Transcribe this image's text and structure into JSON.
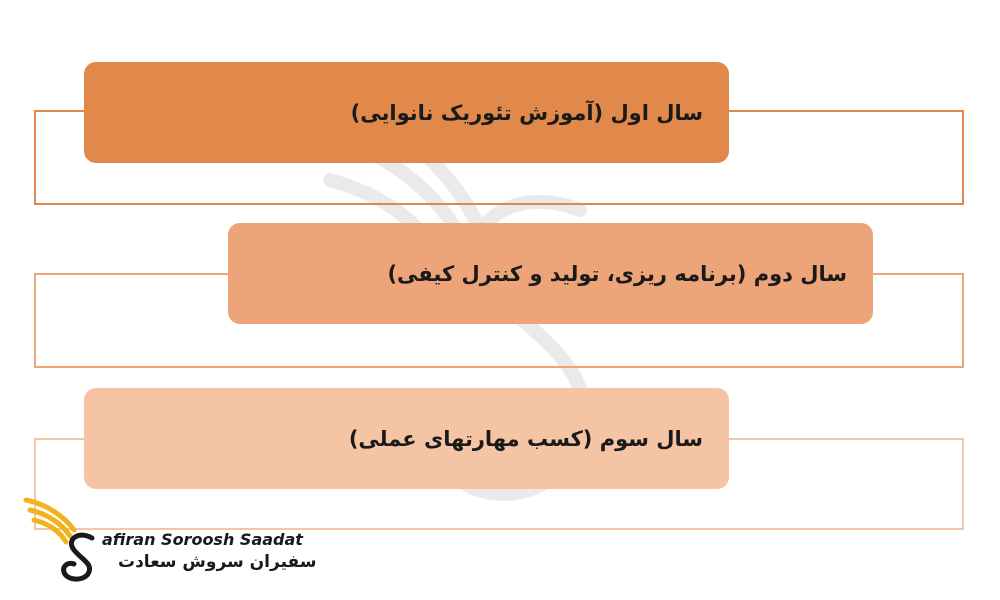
{
  "diagram": {
    "items": [
      {
        "label": "سال اول (آموزش تئوریک نانوایی)",
        "fill": "#e1894a",
        "frame": "#e1894a"
      },
      {
        "label": "سال دوم (برنامه ریزی، تولید و کنترل کیفی)",
        "fill": "#eca478",
        "frame": "#eca478"
      },
      {
        "label": "سال سوم (کسب مهارتهای عملی)",
        "fill": "#f5c4a5",
        "frame": "#f5c4a5"
      }
    ]
  },
  "brand": {
    "name_en": "afiran Soroosh Saadat",
    "name_fa": "سفیران سروش سعادت",
    "logo_icon": "winged-s-logo-icon",
    "wing_color": "#f2b21c",
    "text_color": "#1a1a1a"
  }
}
